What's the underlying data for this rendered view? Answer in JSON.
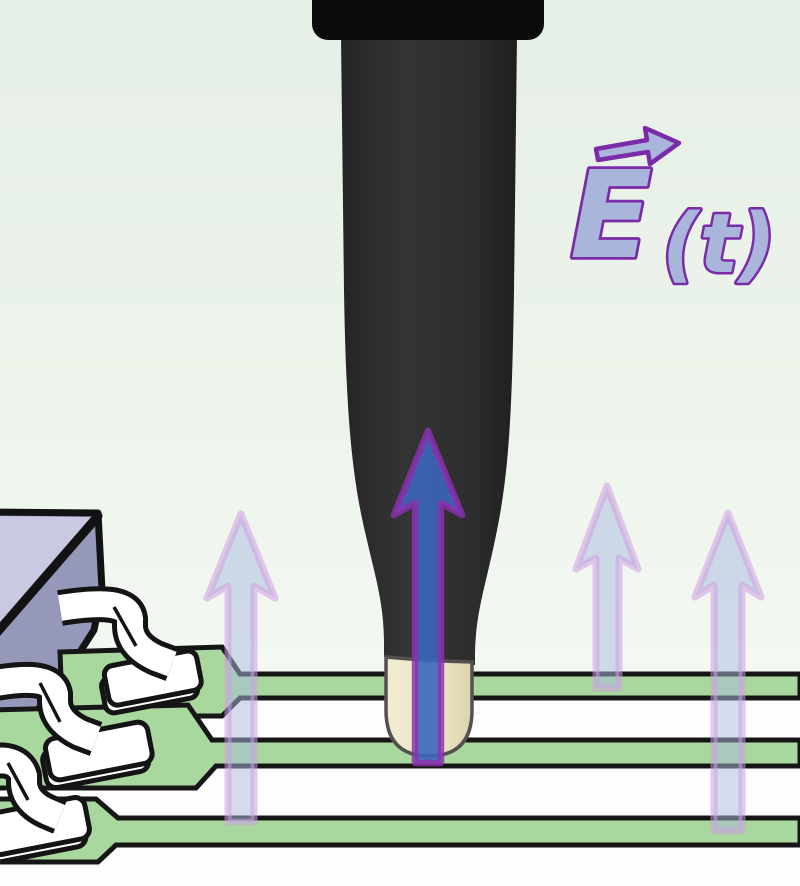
{
  "title": "E-field probe measuring field above PCB traces",
  "label": {
    "vector_symbol": "E",
    "argument": "(t)"
  },
  "icons": {
    "field_arrow": "up-arrow",
    "vector_overbar": "right-arrow",
    "probe": "near-field-probe",
    "chip": "ic-package-with-gull-wing-leads",
    "traces": "pcb-traces"
  },
  "colors": {
    "background_top": "#e6efe6",
    "background_bottom": "#f9fbf8",
    "pcb_white": "#fcfdfc",
    "trace_green": "#a9d89e",
    "outline_black": "#161616",
    "chip_top": "#c9cae2",
    "chip_front": "#9698b9",
    "pin_white": "#ffffff",
    "probe_cap": "#0b0b0b",
    "probe_body": "#2e2e2e",
    "probe_tip": "#ece5c4",
    "arrow_solid_fill": "#3c66bb",
    "arrow_solid_stroke": "#8c2fb0",
    "arrow_field_fill": "#aabade",
    "arrow_field_stroke": "#cf9fe2",
    "label_fill": "#a9b5da",
    "label_stroke": "#7b2aa8"
  }
}
